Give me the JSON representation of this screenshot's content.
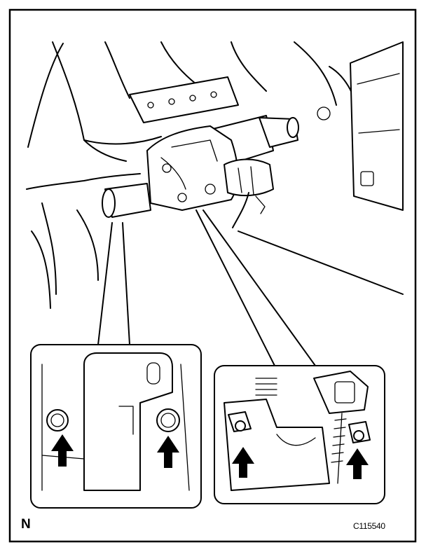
{
  "figure": {
    "orientation_label": "N",
    "figure_id": "C115540",
    "icons": {
      "steering_column": "steering-column-assembly-illustration",
      "left_detail": "left-bolt-detail-callout",
      "right_detail": "right-bolt-detail-callout",
      "arrow": "up-arrow-icon"
    },
    "colors": {
      "line": "#000000",
      "background": "#ffffff"
    }
  }
}
